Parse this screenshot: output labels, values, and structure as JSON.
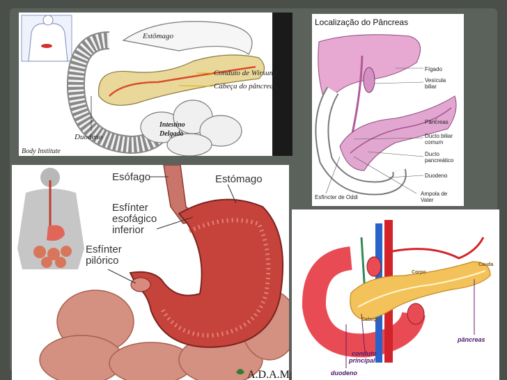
{
  "panel1": {
    "stomach": "Estômago",
    "wirsung": "Conduto de Wirsung",
    "head": "Cabeça do pâncreas",
    "intestine1": "Intestino",
    "intestine2": "Delgado",
    "duodenum": "Duodeno",
    "credit": "Body Institute"
  },
  "panel2": {
    "title": "Localização do Pâncreas",
    "liver": "Fígado",
    "gallbladder1": "Vesícula",
    "gallbladder2": "biliar",
    "pancreas": "Pâncreas",
    "common_duct1": "Ducto biliar",
    "common_duct2": "comum",
    "panc_duct1": "Ducto",
    "panc_duct2": "pancreático",
    "duodenum": "Duodeno",
    "ampulla1": "Ampola de",
    "ampulla2": "Vater",
    "oddi": "Esfíncter de Oddi"
  },
  "panel3": {
    "esophagus": "Esófago",
    "stomach": "Estómago",
    "les1": "Esfínter",
    "les2": "esofágico",
    "les3": "inferior",
    "pyloric1": "Esfínter",
    "pyloric2": "pilórico",
    "logo": "A.D.A.M."
  },
  "panel4": {
    "body": "Corpo",
    "tail": "Cauda",
    "head": "Cabeça",
    "pancreas": "pâncreas",
    "duct1": "conduto",
    "duct2": "principal",
    "duodenum": "duodeno"
  }
}
